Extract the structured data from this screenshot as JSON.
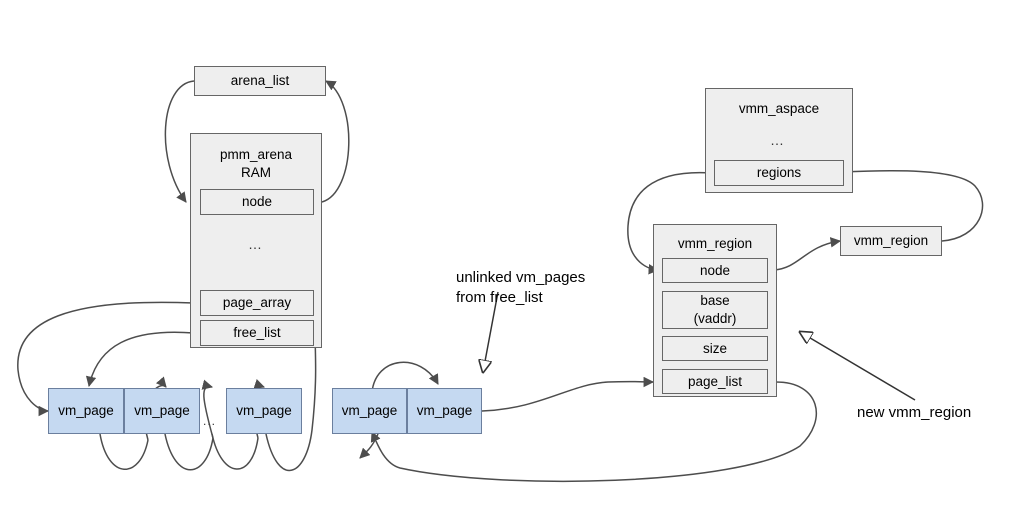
{
  "diagram": {
    "title": "pmm arena / vmm region page allocation diagram",
    "colors": {
      "struct_fill": "#eeeeee",
      "struct_border": "#666666",
      "page_fill": "#c5d9f1",
      "page_border": "#6b7f9e",
      "wire": "#4d4d4d",
      "annotation": "#000000"
    },
    "nodes": {
      "arena_list": {
        "label": "arena_list"
      },
      "pmm_arena": {
        "title": "pmm_arena\nRAM",
        "fields": [
          {
            "label": "node"
          },
          {
            "label": "…"
          },
          {
            "label": "page_array"
          },
          {
            "label": "free_list"
          }
        ]
      },
      "vmm_aspace": {
        "title": "vmm_aspace",
        "fields": [
          {
            "label": "…"
          },
          {
            "label": "regions"
          }
        ]
      },
      "vmm_region_main": {
        "title": "vmm_region",
        "fields": [
          {
            "label": "node"
          },
          {
            "label": "base\n(vaddr)"
          },
          {
            "label": "size"
          },
          {
            "label": "page_list"
          }
        ]
      },
      "vmm_region_peer": {
        "label": "vmm_region"
      }
    },
    "free_pages": [
      {
        "label": "vm_page"
      },
      {
        "label": "vm_page"
      },
      {
        "label": "vm_page"
      }
    ],
    "free_pages_gap": "...",
    "region_pages": [
      {
        "label": "vm_page"
      },
      {
        "label": "vm_page"
      }
    ],
    "annotations": [
      {
        "text": "unlinked vm_pages\nfrom free_list"
      },
      {
        "text": "new vmm_region"
      }
    ]
  }
}
